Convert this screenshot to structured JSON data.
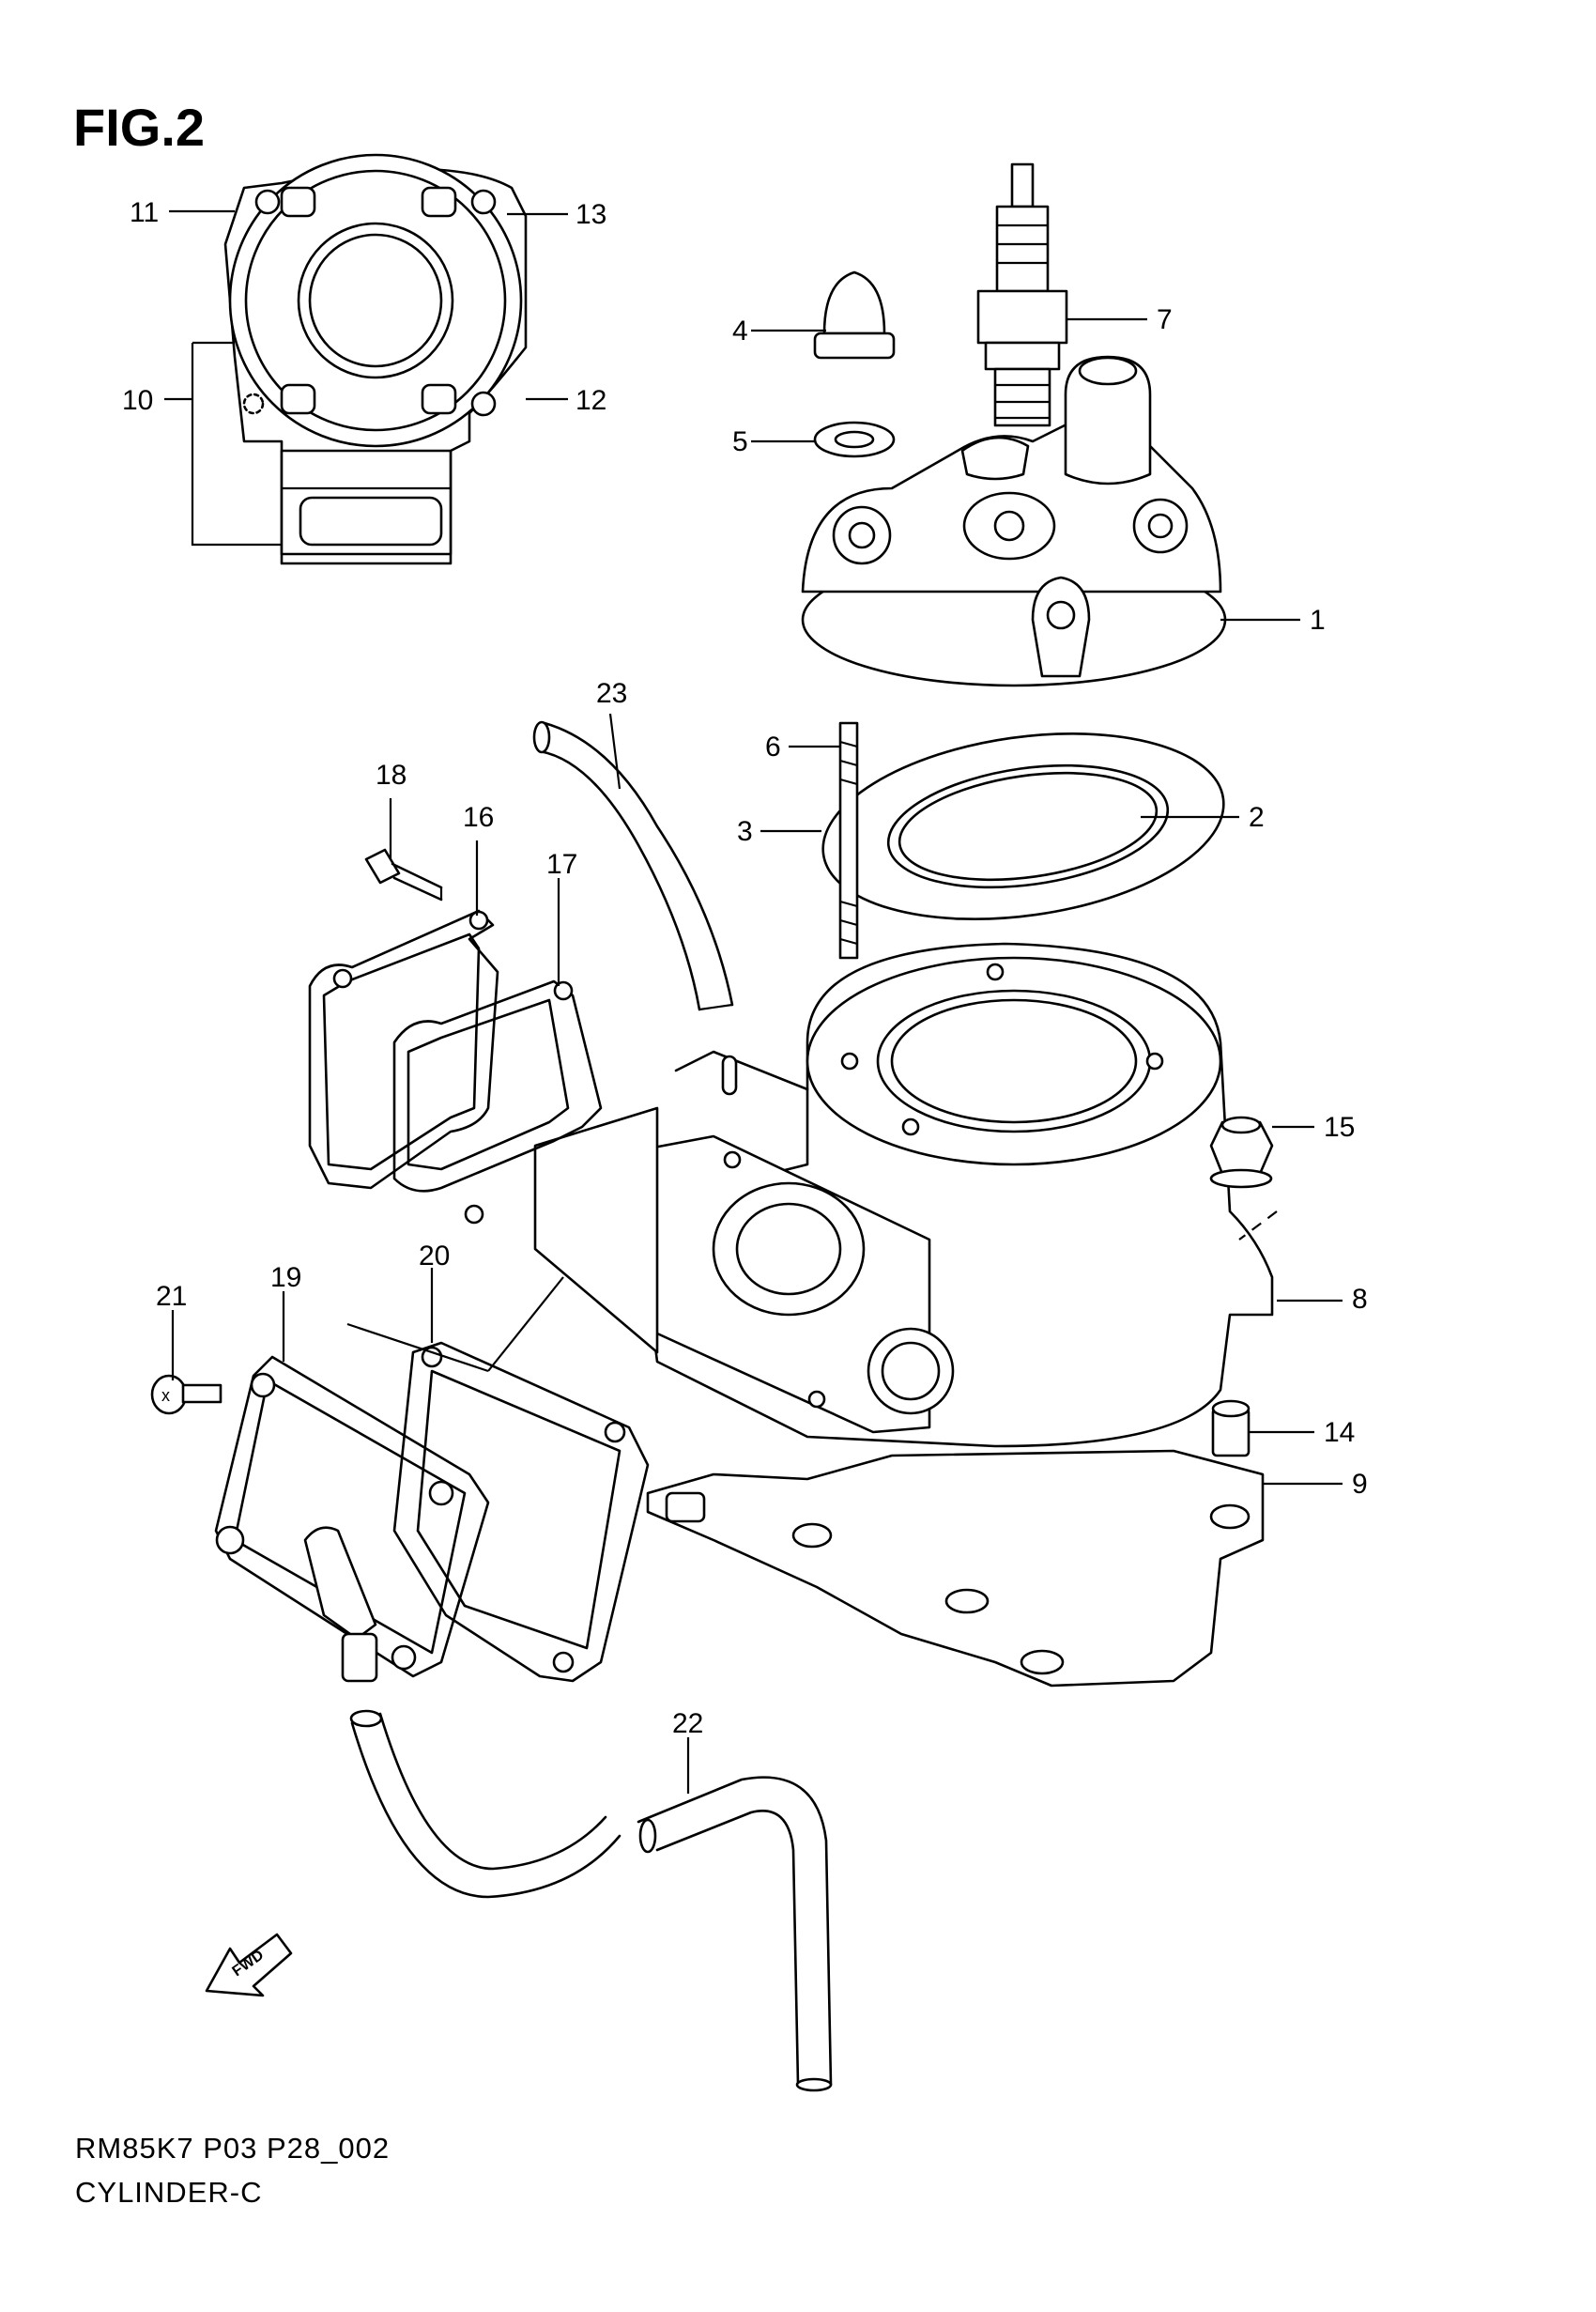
{
  "figure": {
    "title": "FIG.2"
  },
  "footer": {
    "code": "RM85K7 P03 P28_002",
    "name": "CYLINDER-C"
  },
  "callouts": [
    "1",
    "2",
    "3",
    "4",
    "5",
    "6",
    "7",
    "8",
    "9",
    "10",
    "11",
    "12",
    "13",
    "14",
    "15",
    "16",
    "17",
    "18",
    "19",
    "20",
    "21",
    "22",
    "23"
  ],
  "arrow": {
    "label": "FWD"
  }
}
